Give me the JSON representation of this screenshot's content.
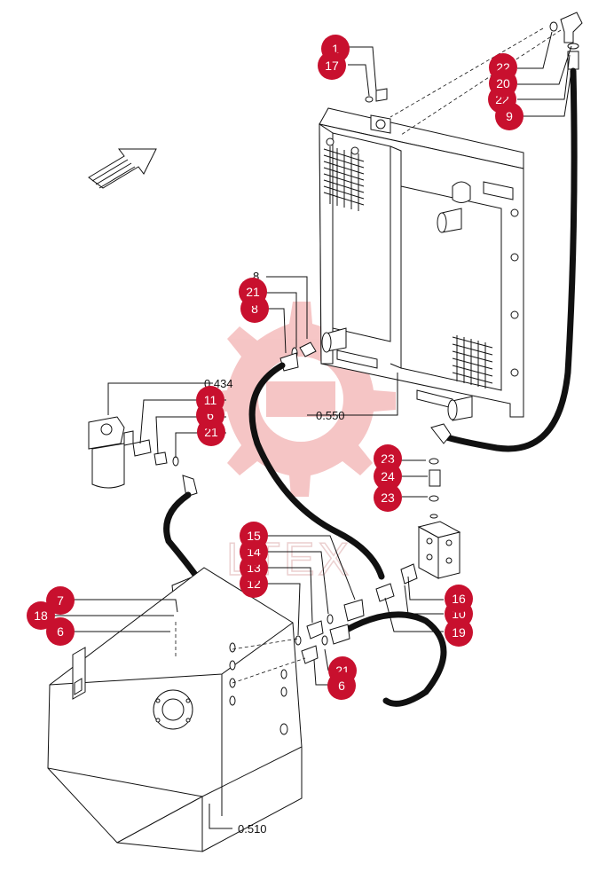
{
  "colors": {
    "badge": "#c8102e",
    "line": "#111111",
    "watermark": "#f2b5b5"
  },
  "watermark": {
    "text": "LTEX",
    "icon": "gear-logo-icon"
  },
  "reference_labels": [
    {
      "id": "ref-0434",
      "text": "0.434"
    },
    {
      "id": "ref-0550",
      "text": "0.550"
    },
    {
      "id": "ref-0510",
      "text": "0.510"
    },
    {
      "id": "ref-top-frag",
      "text": "8"
    }
  ],
  "callouts": [
    {
      "id": "c1",
      "label": "1"
    },
    {
      "id": "c17",
      "label": "17"
    },
    {
      "id": "c22a",
      "label": "22"
    },
    {
      "id": "c20",
      "label": "20"
    },
    {
      "id": "c22b",
      "label": "22"
    },
    {
      "id": "c9",
      "label": "9"
    },
    {
      "id": "c21a",
      "label": "21"
    },
    {
      "id": "c8",
      "label": "8"
    },
    {
      "id": "c11",
      "label": "11"
    },
    {
      "id": "c6a",
      "label": "6"
    },
    {
      "id": "c21b",
      "label": "21"
    },
    {
      "id": "c23a",
      "label": "23"
    },
    {
      "id": "c24",
      "label": "24"
    },
    {
      "id": "c23b",
      "label": "23"
    },
    {
      "id": "c15",
      "label": "15"
    },
    {
      "id": "c14",
      "label": "14"
    },
    {
      "id": "c13",
      "label": "13"
    },
    {
      "id": "c12",
      "label": "12"
    },
    {
      "id": "c7",
      "label": "7"
    },
    {
      "id": "c18",
      "label": "18"
    },
    {
      "id": "c6b",
      "label": "6"
    },
    {
      "id": "c16",
      "label": "16"
    },
    {
      "id": "c10",
      "label": "10"
    },
    {
      "id": "c19",
      "label": "19"
    },
    {
      "id": "c21c",
      "label": "21"
    },
    {
      "id": "c6c",
      "label": "6"
    }
  ]
}
